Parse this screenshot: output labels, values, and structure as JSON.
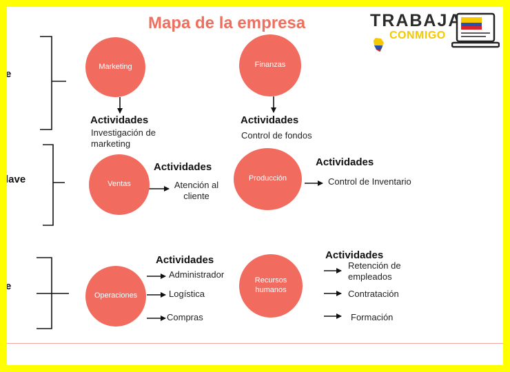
{
  "title": "Mapa de la empresa",
  "logo": {
    "line1": "TRABAJA",
    "line2": "CONMIGO"
  },
  "left_labels": [
    "e",
    "lave",
    "e"
  ],
  "actividades_label": "Actividades",
  "nodes": {
    "marketing": {
      "label": "Marketing",
      "activity": "Investigación de marketing"
    },
    "finanzas": {
      "label": "Finanzas",
      "activity": "Control de fondos"
    },
    "ventas": {
      "label": "Ventas",
      "activity": "Atención al cliente"
    },
    "produccion": {
      "label": "Producción",
      "activity": "Control de Inventario"
    },
    "operaciones": {
      "label": "Operaciones",
      "activities": [
        "Administrador",
        "Logística",
        "Compras"
      ]
    },
    "rrhh": {
      "label": "Recursos humanos",
      "activities": [
        "Retención de empleados",
        "Contratación",
        "Formación"
      ]
    }
  },
  "colors": {
    "circle": "#f26b5f",
    "title": "#ef6f5e",
    "border": "#ffff00",
    "divider": "#f2a59d"
  }
}
